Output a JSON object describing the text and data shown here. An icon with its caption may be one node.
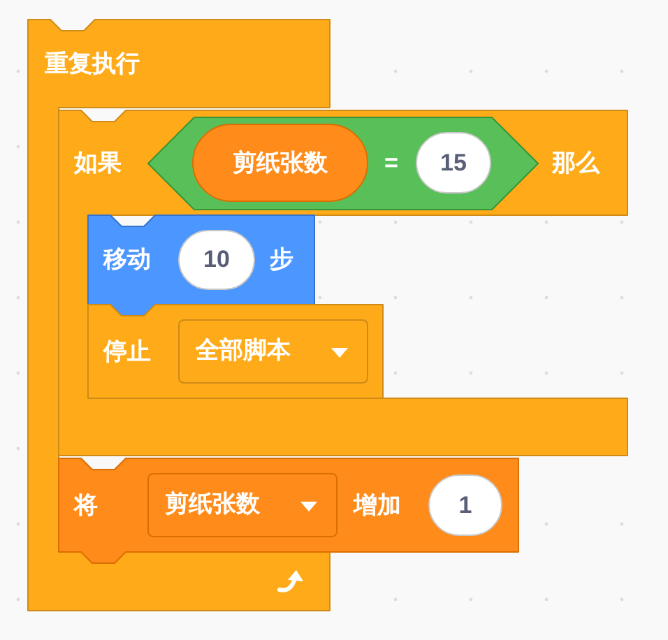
{
  "diagram": {
    "nodes": [
      {
        "text": [
          "重复执行"
        ]
      },
      {
        "text": [
          "如果",
          "那么"
        ]
      },
      {
        "text": [
          "="
        ],
        "in": 1
      },
      {
        "text": [
          "剪纸张数"
        ],
        "in": 2
      },
      {
        "text": [
          "15"
        ],
        "in": 2
      },
      {
        "text": [
          "移动",
          "步"
        ],
        "in": 1
      },
      {
        "text": [
          "10"
        ],
        "in": 5
      },
      {
        "text": [
          "停止"
        ],
        "in": 1
      },
      {
        "text": [
          "全部脚本"
        ],
        "in": 7
      },
      {
        "text": [
          "将",
          "增加"
        ]
      },
      {
        "text": [
          "剪纸张数"
        ],
        "in": 9
      },
      {
        "text": [
          "1"
        ],
        "in": 9
      }
    ]
  }
}
